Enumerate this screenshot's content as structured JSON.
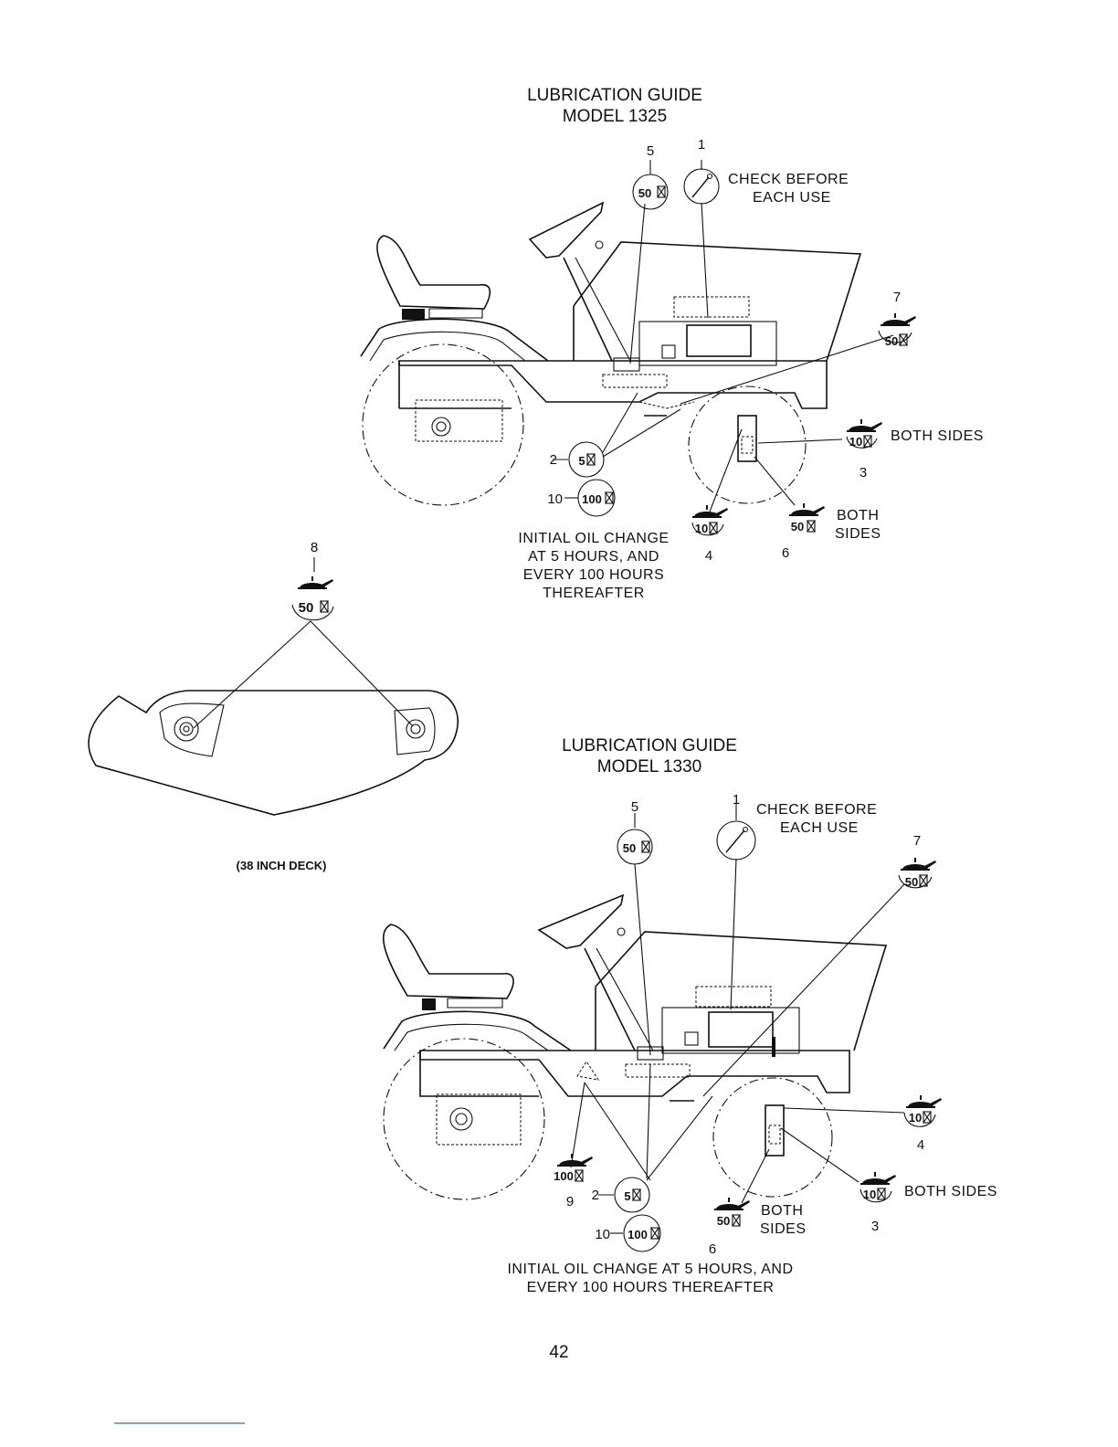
{
  "diagram1": {
    "title_line1": "LUBRICATION GUIDE",
    "title_line2": "MODEL 1325",
    "check_line1": "CHECK BEFORE",
    "check_line2": "EACH USE",
    "both_sides": "BOTH SIDES",
    "both": "BOTH",
    "sides": "SIDES",
    "note_line1": "INITIAL OIL CHANGE",
    "note_line2": "AT 5 HOURS, AND",
    "note_line3": "EVERY 100 HOURS",
    "note_line4": "THEREAFTER",
    "callouts": {
      "n1": "1",
      "n2": "2",
      "n3": "3",
      "n4": "4",
      "n5": "5",
      "n6": "6",
      "n7": "7",
      "n10": "10"
    },
    "intervals": {
      "i5": "50",
      "i7": "50",
      "i2": "5",
      "i10": "100",
      "i3": "10",
      "i4": "10",
      "i6": "50"
    }
  },
  "deck": {
    "callout": "8",
    "interval": "50",
    "caption": "(38 INCH DECK)"
  },
  "diagram2": {
    "title_line1": "LUBRICATION GUIDE",
    "title_line2": "MODEL 1330",
    "check_line1": "CHECK BEFORE",
    "check_line2": "EACH USE",
    "both_sides": "BOTH SIDES",
    "both": "BOTH",
    "sides": "SIDES",
    "note_line1": "INITIAL OIL CHANGE AT 5 HOURS, AND",
    "note_line2": "EVERY 100 HOURS THEREAFTER",
    "callouts": {
      "n1": "1",
      "n2": "2",
      "n3": "3",
      "n4": "4",
      "n5": "5",
      "n6": "6",
      "n7": "7",
      "n9": "9",
      "n10": "10"
    },
    "intervals": {
      "i5": "50",
      "i7": "50",
      "i4": "10",
      "i9": "100",
      "i2": "5",
      "i10": "100",
      "i6": "50",
      "i3": "10"
    }
  },
  "page_number": "42"
}
